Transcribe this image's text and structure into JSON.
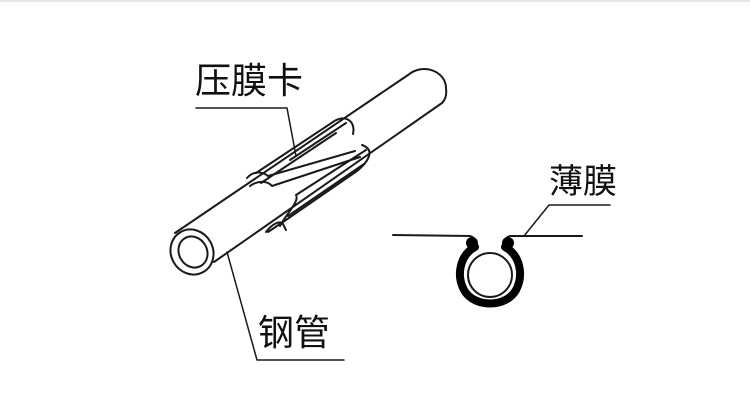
{
  "labels": {
    "clip": "压膜卡",
    "film": "薄膜",
    "pipe": "钢管"
  },
  "colors": {
    "line": "#1a1a1a",
    "background": "#ffffff"
  }
}
